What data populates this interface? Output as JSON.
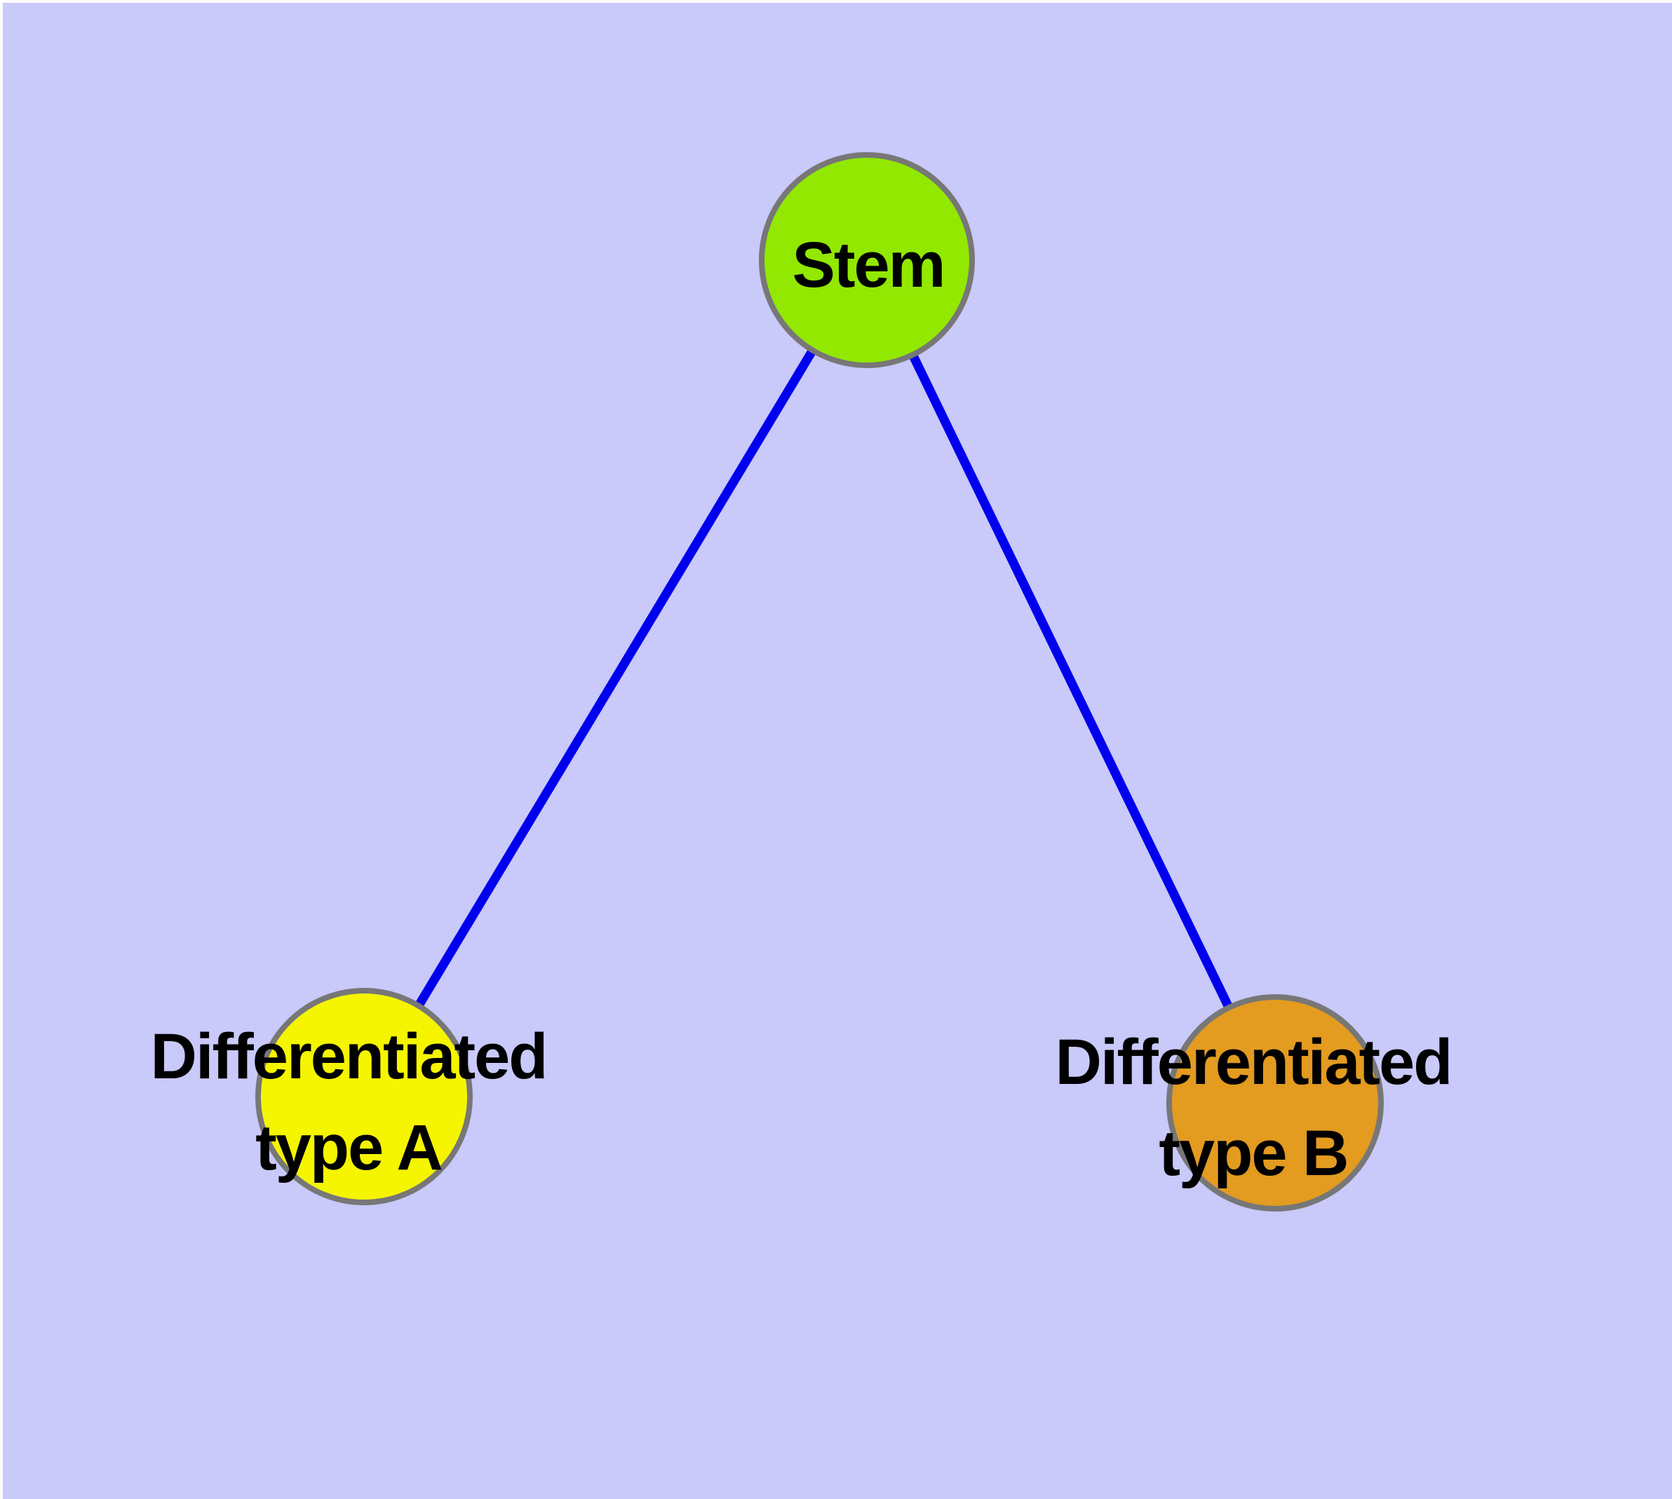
{
  "diagram": {
    "type": "node-link-graph",
    "background_color": "#c9c9fa",
    "margin_color": "#ffffff"
  },
  "colors": {
    "edge": "#0000ee",
    "node_border": "#777777",
    "label_text": "#000000",
    "stem_fill": "#92e800",
    "type_a_fill": "#f5f500",
    "type_b_fill": "#e39b20"
  },
  "nodes": [
    {
      "id": "stem",
      "label": "Stem",
      "lines": [
        "Stem"
      ],
      "color": "#92e800"
    },
    {
      "id": "type-a",
      "label": "Differentiated type A",
      "lines": [
        "Differentiated",
        "type A"
      ],
      "color": "#f5f500"
    },
    {
      "id": "type-b",
      "label": "Differentiated type B",
      "lines": [
        "Differentiated",
        "type B"
      ],
      "color": "#e39b20"
    }
  ],
  "edges": [
    {
      "from": "Stem",
      "to": "Differentiated type A"
    },
    {
      "from": "Stem",
      "to": "Differentiated type B"
    }
  ]
}
